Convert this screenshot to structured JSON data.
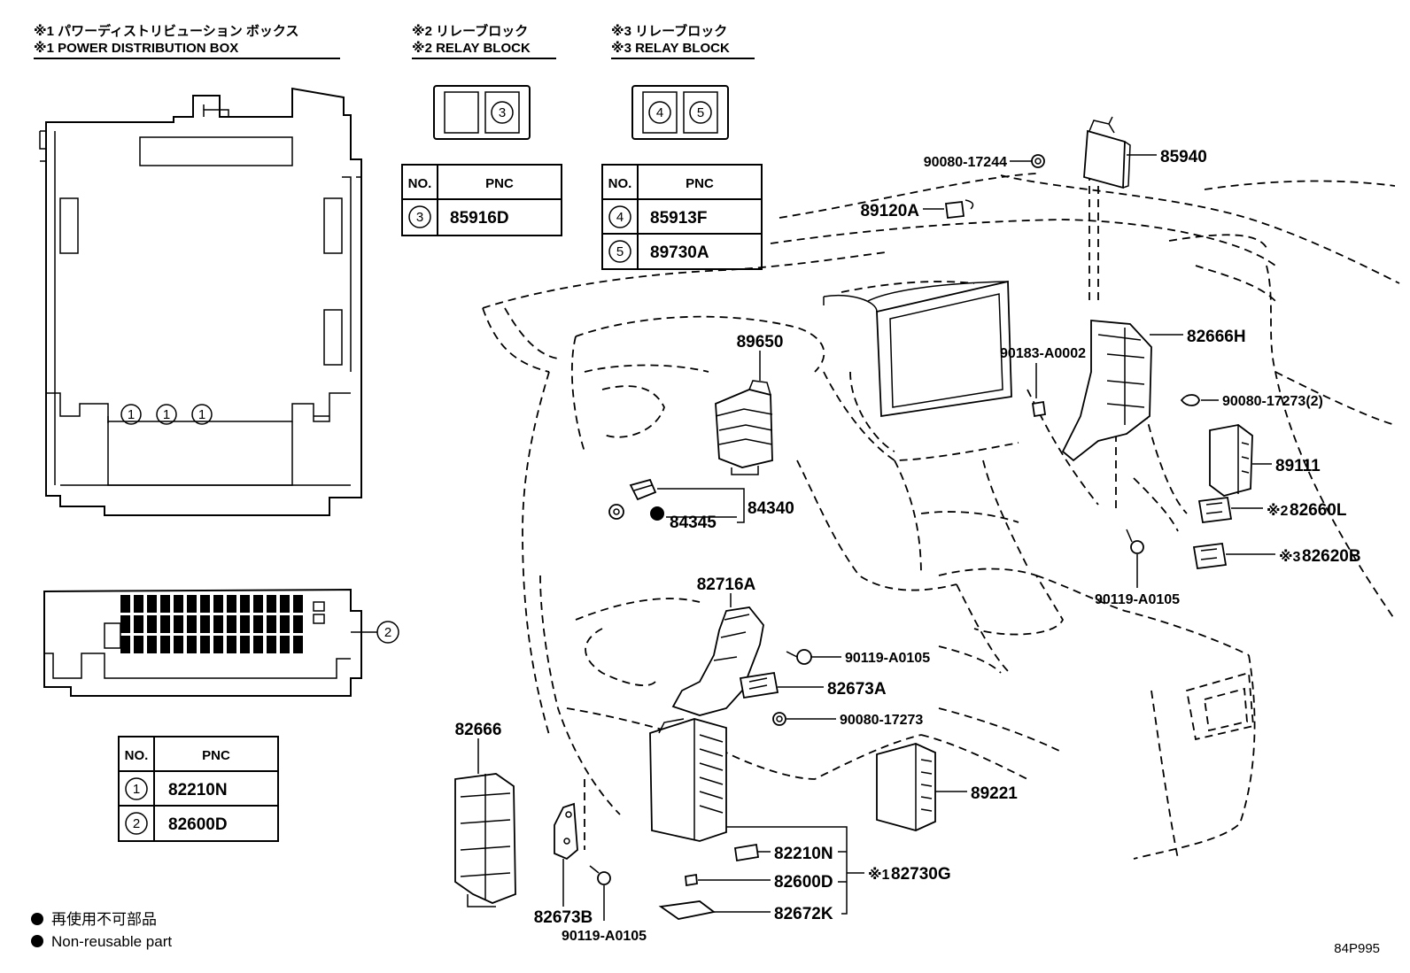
{
  "headers": {
    "box1_jp": "※1  パワーディストリビューション ボックス",
    "box1_en": "※1  POWER DISTRIBUTION BOX",
    "relay2_jp": "※2 リレーブロック",
    "relay2_en": "※2 RELAY BLOCK",
    "relay3_jp": "※3 リレーブロック",
    "relay3_en": "※3 RELAY BLOCK"
  },
  "relay2_slots": [
    "3"
  ],
  "relay3_slots": [
    "4",
    "5"
  ],
  "pdb_markers": [
    "1",
    "1",
    "1"
  ],
  "pdb_callout": "2",
  "tables": {
    "relay2": {
      "col_no": "NO.",
      "col_pnc": "PNC",
      "rows": [
        {
          "no": "3",
          "pnc": "85916D"
        }
      ]
    },
    "relay3": {
      "col_no": "NO.",
      "col_pnc": "PNC",
      "rows": [
        {
          "no": "4",
          "pnc": "85913F"
        },
        {
          "no": "5",
          "pnc": "89730A"
        }
      ]
    },
    "pdb": {
      "col_no": "NO.",
      "col_pnc": "PNC",
      "rows": [
        {
          "no": "1",
          "pnc": "82210N"
        },
        {
          "no": "2",
          "pnc": "82600D"
        }
      ]
    }
  },
  "parts": {
    "p85940": "85940",
    "p90080_17244": "90080-17244",
    "p89120A": "89120A",
    "p89650": "89650",
    "p90183": "90183-A0002",
    "p82666H": "82666H",
    "p90080_17273_2": "90080-17273(2)",
    "p89111": "89111",
    "p82660L_mark": "※2",
    "p82660L": "82660L",
    "p82620B_mark": "※3",
    "p82620B": "82620B",
    "p90119_r": "90119-A0105",
    "p84340": "84340",
    "p84345": "84345",
    "p82716A": "82716A",
    "p90119_m": "90119-A0105",
    "p82673A": "82673A",
    "p90080_17273": "90080-17273",
    "p89221": "89221",
    "p82666": "82666",
    "p82210N": "82210N",
    "p82600D": "82600D",
    "p82730G_mark": "※1",
    "p82730G": "82730G",
    "p82672K": "82672K",
    "p82673B": "82673B",
    "p90119_b": "90119-A0105"
  },
  "legend": {
    "jp": "再使用不可部品",
    "en": "Non-reusable part"
  },
  "drawing_code": "84P995"
}
